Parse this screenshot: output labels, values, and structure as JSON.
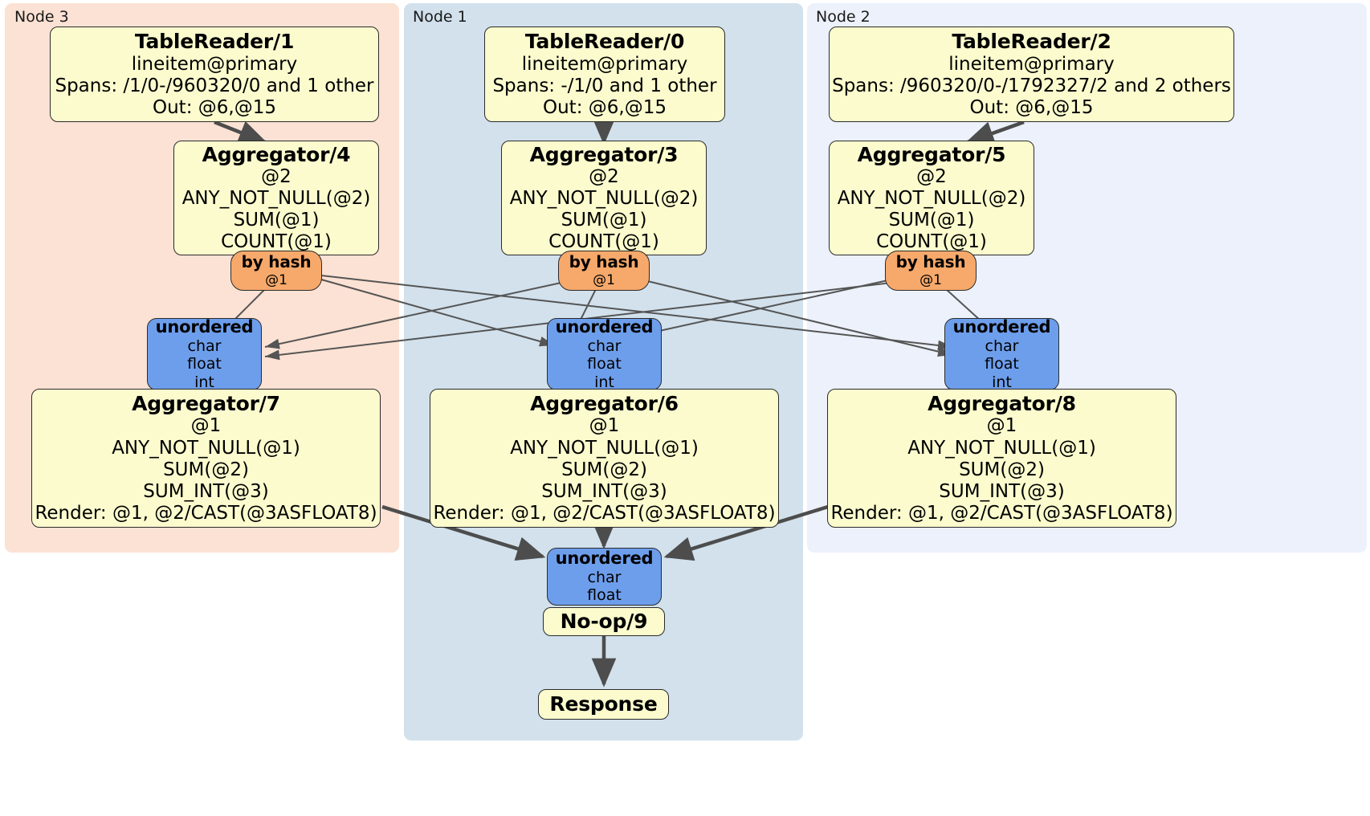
{
  "diagram": {
    "type": "distributed-query-plan",
    "colors": {
      "cluster_node3": "#fce2d4",
      "cluster_node1": "#d2e1ec",
      "cluster_node2": "#ecf1fb",
      "processor_fill": "#fbfbce",
      "router_fill": "#f6a96b",
      "stream_fill": "#6d9eeb",
      "edge_stroke": "#4d4d4d",
      "thin_edge_stroke": "#555555",
      "border": "#2b2b2b"
    },
    "clusters": [
      {
        "id": "node3",
        "label": "Node 3"
      },
      {
        "id": "node1",
        "label": "Node 1"
      },
      {
        "id": "node2",
        "label": "Node 2"
      }
    ],
    "nodes": {
      "tablereader1": {
        "title": "TableReader/1",
        "lines": [
          "lineitem@primary",
          "Spans: /1/0-/960320/0 and 1 other",
          "Out: @6,@15"
        ]
      },
      "tablereader0": {
        "title": "TableReader/0",
        "lines": [
          "lineitem@primary",
          "Spans: -/1/0 and 1 other",
          "Out: @6,@15"
        ]
      },
      "tablereader2": {
        "title": "TableReader/2",
        "lines": [
          "lineitem@primary",
          "Spans: /960320/0-/1792327/2 and 2 others",
          "Out: @6,@15"
        ]
      },
      "aggregator4": {
        "title": "Aggregator/4",
        "lines": [
          "@2",
          "ANY_NOT_NULL(@2)",
          "SUM(@1)",
          "COUNT(@1)"
        ]
      },
      "aggregator3": {
        "title": "Aggregator/3",
        "lines": [
          "@2",
          "ANY_NOT_NULL(@2)",
          "SUM(@1)",
          "COUNT(@1)"
        ]
      },
      "aggregator5": {
        "title": "Aggregator/5",
        "lines": [
          "@2",
          "ANY_NOT_NULL(@2)",
          "SUM(@1)",
          "COUNT(@1)"
        ]
      },
      "byhash_left": {
        "title": "by hash",
        "lines": [
          "@1"
        ]
      },
      "byhash_mid": {
        "title": "by hash",
        "lines": [
          "@1"
        ]
      },
      "byhash_right": {
        "title": "by hash",
        "lines": [
          "@1"
        ]
      },
      "unordered_left": {
        "title": "unordered",
        "lines": [
          "char",
          "float",
          "int"
        ]
      },
      "unordered_mid": {
        "title": "unordered",
        "lines": [
          "char",
          "float",
          "int"
        ]
      },
      "unordered_right": {
        "title": "unordered",
        "lines": [
          "char",
          "float",
          "int"
        ]
      },
      "aggregator7": {
        "title": "Aggregator/7",
        "lines": [
          "@1",
          "ANY_NOT_NULL(@1)",
          "SUM(@2)",
          "SUM_INT(@3)",
          "Render: @1, @2/CAST(@3ASFLOAT8)"
        ]
      },
      "aggregator6": {
        "title": "Aggregator/6",
        "lines": [
          "@1",
          "ANY_NOT_NULL(@1)",
          "SUM(@2)",
          "SUM_INT(@3)",
          "Render: @1, @2/CAST(@3ASFLOAT8)"
        ]
      },
      "aggregator8": {
        "title": "Aggregator/8",
        "lines": [
          "@1",
          "ANY_NOT_NULL(@1)",
          "SUM(@2)",
          "SUM_INT(@3)",
          "Render: @1, @2/CAST(@3ASFLOAT8)"
        ]
      },
      "unordered_final": {
        "title": "unordered",
        "lines": [
          "char",
          "float"
        ]
      },
      "noop9": {
        "title": "No-op/9",
        "lines": []
      },
      "response": {
        "title": "Response",
        "lines": []
      }
    }
  }
}
